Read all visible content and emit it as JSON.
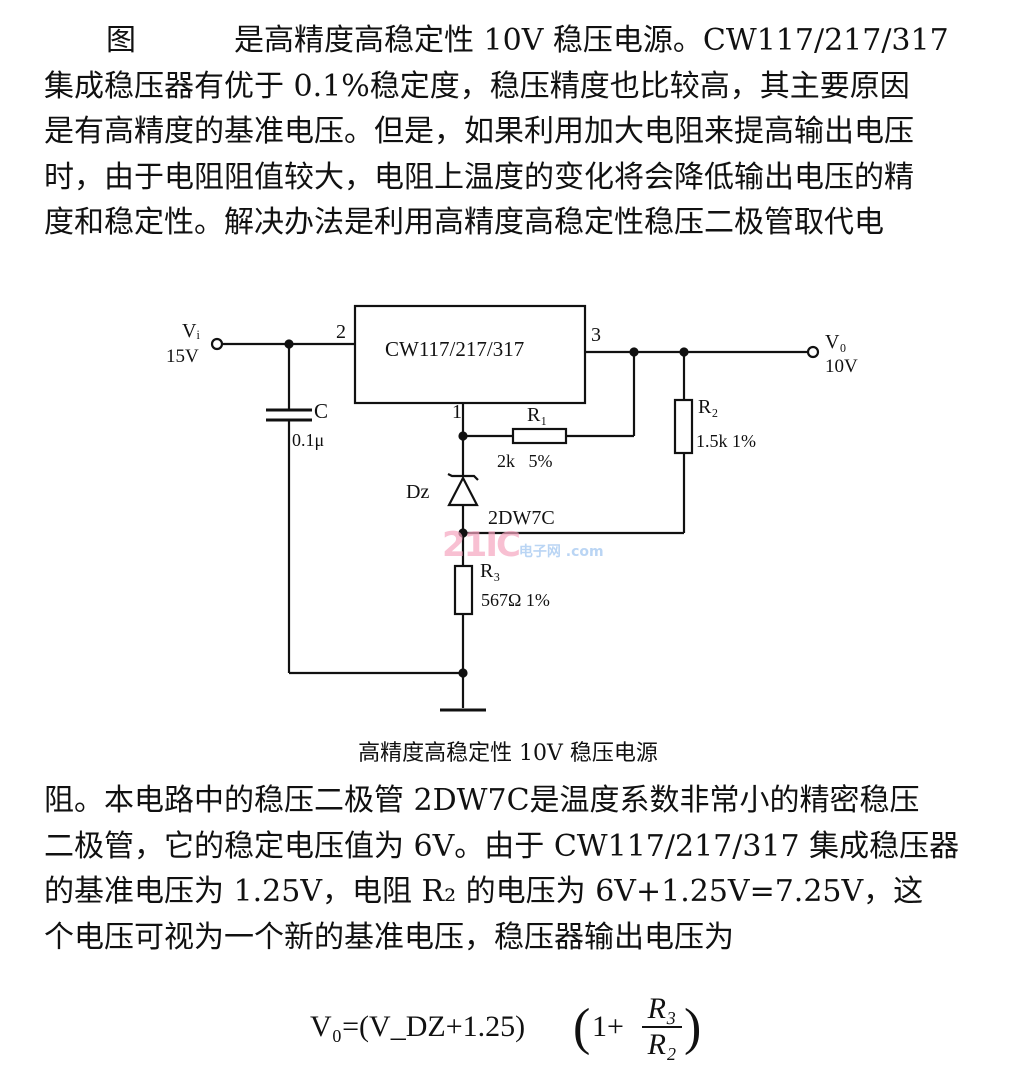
{
  "paragraph1": {
    "line1_a": "图",
    "line1_b": "是高精度高稳定性 10V 稳压电源。CW117/217/317",
    "line2": "集成稳压器有优于 0.1%稳定度，稳压精度也比较高，其主要原因",
    "line3": "是有高精度的基准电压。但是，如果利用加大电阻来提高输出电压",
    "line4": "时，由于电阻阻值较大，电阻上温度的变化将会降低输出电压的精",
    "line5": "度和稳定性。解决办法是利用高精度高稳定性稳压二极管取代电"
  },
  "diagram": {
    "regulator_label": "CW117/217/317",
    "pin2": "2",
    "pin3": "3",
    "pin1": "1",
    "vi_label": "Vᵢ",
    "vi_value": "15V",
    "vo_label": "V₀",
    "vo_value": "10V",
    "c_label": "C",
    "c_value": "0.1μ",
    "r1_label": "R₁",
    "r1_value": "2k   5%",
    "r2_label": "R₂",
    "r2_value": "1.5k 1%",
    "dz_label": "Dz",
    "dz_part": "2DW7C",
    "r3_label": "R₃",
    "r3_value": "567Ω 1%"
  },
  "caption": "高精度高稳定性 10V 稳压电源",
  "paragraph2": {
    "line1": "阻。本电路中的稳压二极管 2DW7C是温度系数非常小的精密稳压",
    "line2": "二极管，它的稳定电压值为 6V。由于 CW117/217/317 集成稳压器",
    "line3": "的基准电压为 1.25V，电阻 R₂ 的电压为 6V+1.25V=7.25V，这",
    "line4": "个电压可视为一个新的基准电压，稳压器输出电压为"
  },
  "formula": {
    "lhs": "V₀=(V_DZ+1.25)",
    "paren_open": "(",
    "one_plus": "1+",
    "numerator": "R₃",
    "denominator": "R₂",
    "paren_close": ")"
  },
  "watermark": {
    "main": "21IC",
    "sub": "电子网 .com"
  }
}
